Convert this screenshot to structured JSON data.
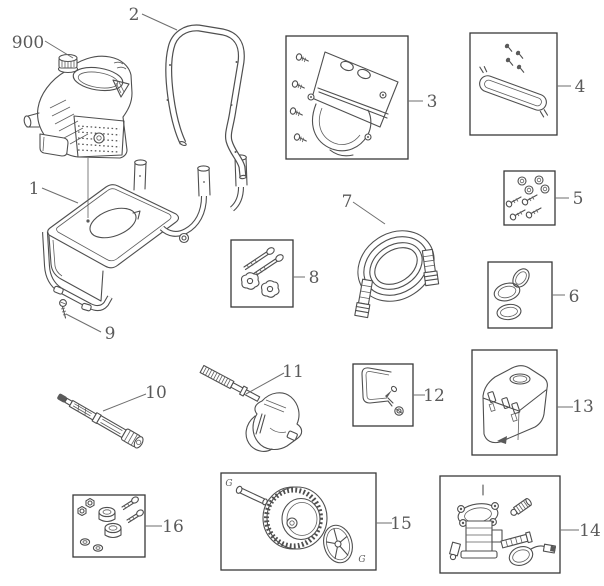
{
  "diagram": {
    "type": "exploded-parts-diagram",
    "background_color": "#ffffff",
    "line_color": "#4f4f4f",
    "box_border_color": "#383838",
    "label_color": "#5a5a5a",
    "callouts": {
      "engine": {
        "label": "900"
      },
      "frame": {
        "label": "1"
      },
      "handle": {
        "label": "2"
      },
      "cover_kit": {
        "label": "3"
      },
      "bracket_kit": {
        "label": "4"
      },
      "washer_bolt_kit": {
        "label": "5"
      },
      "cap_oring_kit": {
        "label": "6"
      },
      "hose": {
        "label": "7"
      },
      "knob_bolt_kit": {
        "label": "8"
      },
      "frame_screw": {
        "label": "9"
      },
      "wand": {
        "label": "10"
      },
      "spray_gun": {
        "label": "11"
      },
      "hook_kit": {
        "label": "12"
      },
      "tank": {
        "label": "13"
      },
      "pump_kit": {
        "label": "14"
      },
      "wheel_kit": {
        "label": "15"
      },
      "axle_hardware_kit": {
        "label": "16"
      },
      "grease_mark_axle": {
        "label": "G"
      },
      "grease_mark_hub": {
        "label": "G"
      }
    }
  }
}
